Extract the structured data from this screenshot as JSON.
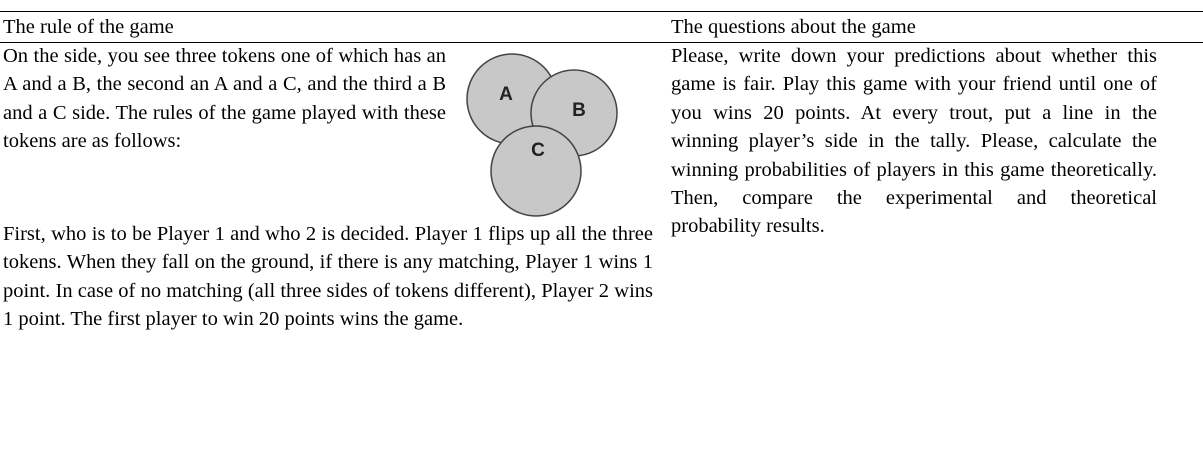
{
  "header": {
    "left_title": "The rule of the game",
    "right_title": "The questions about the game"
  },
  "rules": {
    "intro": "On the side, you see three tokens one of which has an A and a B, the second an A and a C, and the third a B and a C side. The rules of the game played with these tokens are as follows:",
    "body": "First, who is to be Player 1 and who 2 is decided. Player 1 flips up all the three tokens. When they fall on the ground, if there is any matching, Player 1 wins 1 point. In case of no matching (all three sides of tokens different), Player 2 wins 1 point. The first player to win 20 points wins the game."
  },
  "tokens": {
    "labels": [
      "A",
      "B",
      "C"
    ],
    "fill_color": "#c8c8c8",
    "stroke_color": "#444444"
  },
  "questions": {
    "text": "Please, write down your predictions about whether this game is fair. Play this game with your friend until one of you wins 20 points. At every trout, put a line in the winning player’s side in the tally. Please, calculate the winning probabilities of players in this game theoretically. Then, compare the experimental and theoretical probability results."
  }
}
